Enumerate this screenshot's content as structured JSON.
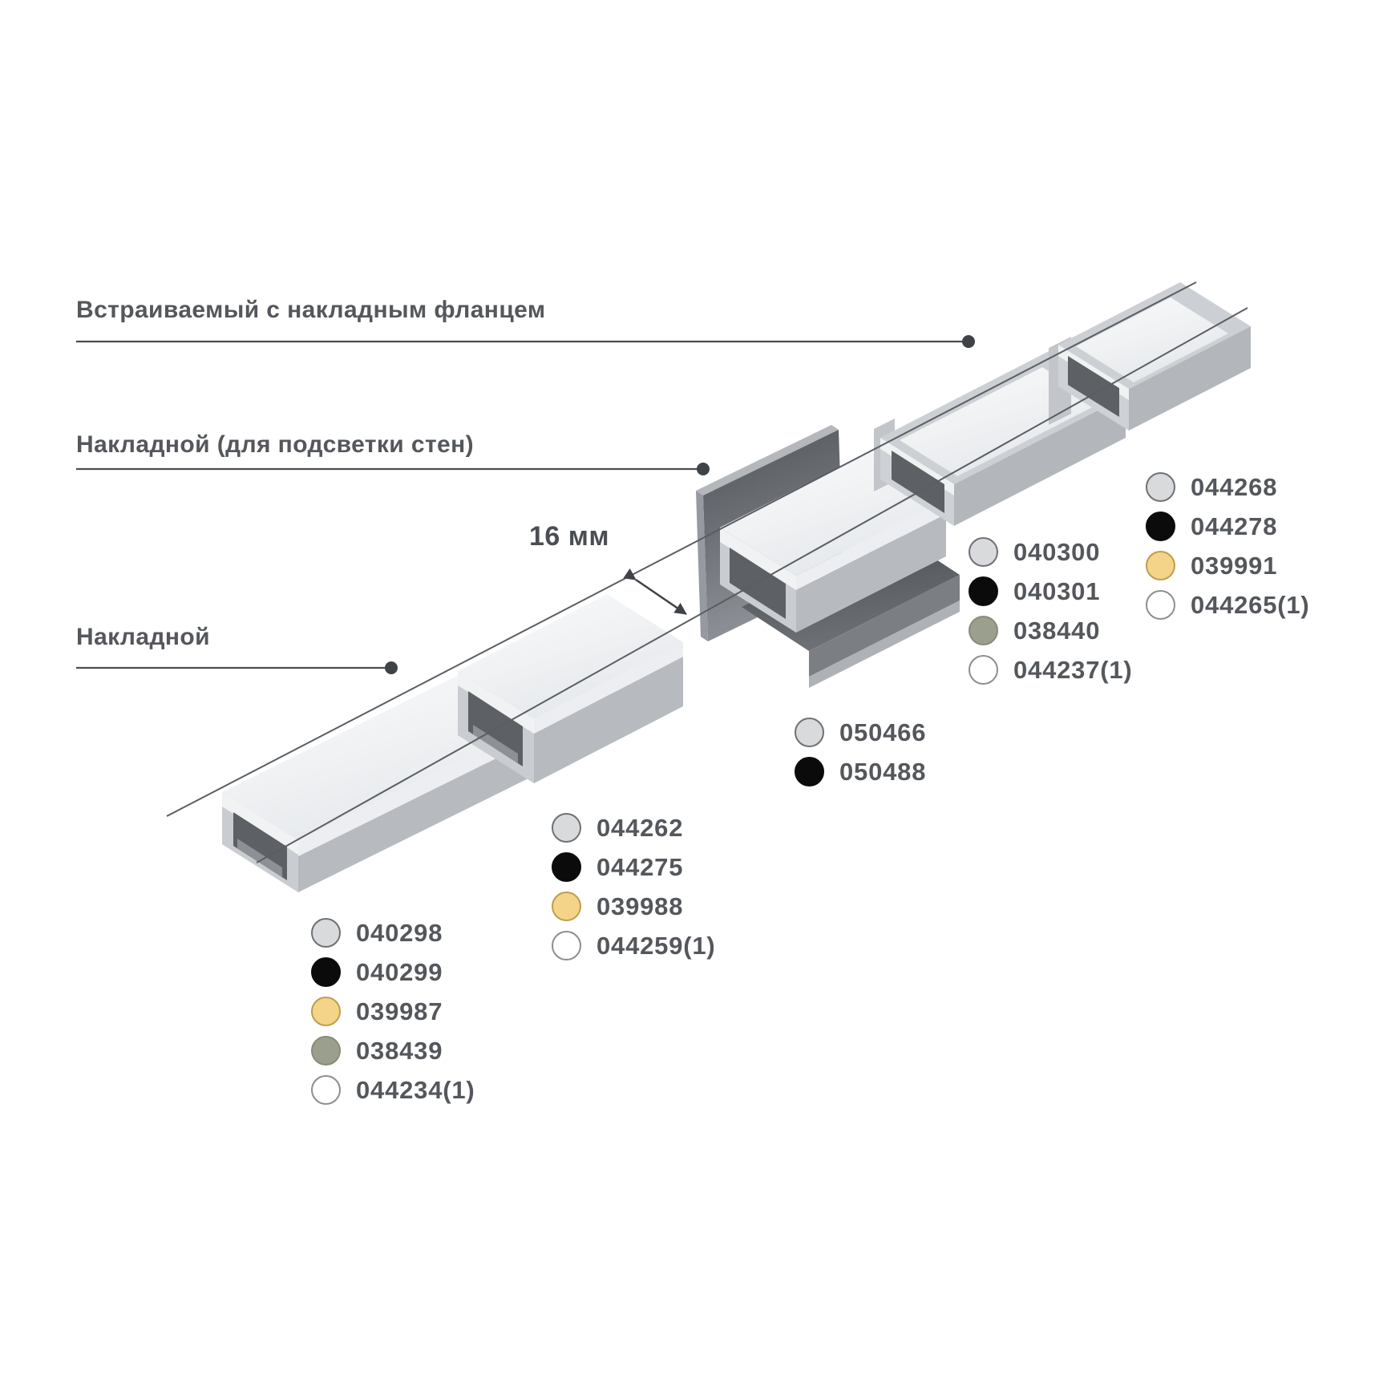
{
  "labels": {
    "recessed_flange": "Встраиваемый с накладным фланцем",
    "surface_wall": "Накладной (для подсветки стен)",
    "surface": "Накладной",
    "dimension": "16 мм"
  },
  "colors": {
    "text": "#54575b",
    "leader_line": "#4a4e52",
    "leader_dot": "#3f4347",
    "construction_line": "#5a5e63",
    "dimension_arrow": "#3f4347"
  },
  "swatches": {
    "silver": {
      "fill": "#d9dadc",
      "border": "#6e7174"
    },
    "black": {
      "fill": "#0b0b0c",
      "border": "#0b0b0c"
    },
    "gold": {
      "fill": "#f4d488",
      "border": "#bf9d4e"
    },
    "olive": {
      "fill": "#9aa08d",
      "border": "#868c76"
    },
    "white": {
      "fill": "#ffffff",
      "border": "#8b8e91"
    }
  },
  "product_groups": [
    {
      "profile": "surface-low",
      "label_ref": "Накладной",
      "items": [
        {
          "code": "040298",
          "color": "silver"
        },
        {
          "code": "040299",
          "color": "black"
        },
        {
          "code": "039987",
          "color": "gold"
        },
        {
          "code": "038439",
          "color": "olive"
        },
        {
          "code": "044234(1)",
          "color": "white"
        }
      ]
    },
    {
      "profile": "surface-high",
      "label_ref": "Накладной",
      "items": [
        {
          "code": "044262",
          "color": "silver"
        },
        {
          "code": "044275",
          "color": "black"
        },
        {
          "code": "039988",
          "color": "gold"
        },
        {
          "code": "044259(1)",
          "color": "white"
        }
      ]
    },
    {
      "profile": "wall-washer",
      "label_ref": "Накладной (для подсветки стен)",
      "items": [
        {
          "code": "050466",
          "color": "silver"
        },
        {
          "code": "050488",
          "color": "black"
        }
      ]
    },
    {
      "profile": "recessed-wide",
      "label_ref": "Встраиваемый с накладным фланцем",
      "items": [
        {
          "code": "040300",
          "color": "silver"
        },
        {
          "code": "040301",
          "color": "black"
        },
        {
          "code": "038440",
          "color": "olive"
        },
        {
          "code": "044237(1)",
          "color": "white"
        }
      ]
    },
    {
      "profile": "recessed-deep",
      "label_ref": "Встраиваемый с накладным фланцем",
      "items": [
        {
          "code": "044268",
          "color": "silver"
        },
        {
          "code": "044278",
          "color": "black"
        },
        {
          "code": "039991",
          "color": "gold"
        },
        {
          "code": "044265(1)",
          "color": "white"
        }
      ]
    }
  ]
}
